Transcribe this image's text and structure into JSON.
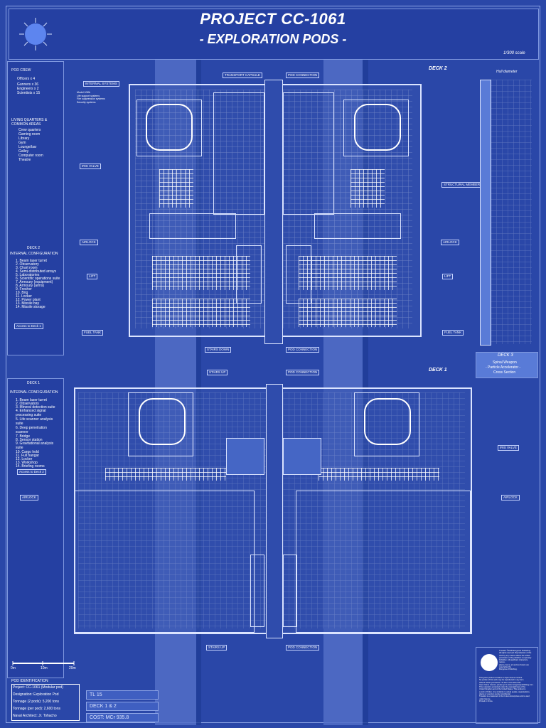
{
  "header": {
    "title": "PROJECT CC-1061",
    "subtitle": "- EXPLORATION PODS -",
    "scale": "1/300 scale"
  },
  "deck_labels": {
    "deck2": "DECK 2",
    "deck1": "DECK 1",
    "deck3_title": "DECK 3",
    "deck3_lines": [
      "Spinal Weapon",
      "- Particle Accelerator -",
      "Cross Section"
    ]
  },
  "sidebar": {
    "pod_crew_title": "POD CREW",
    "pod_crew_items": [
      "Officers x 4",
      "Gunners x 36",
      "Engineers x 2",
      "Scientists x 15"
    ],
    "living_title": "LIVING QUARTERS & COMMON AREAS",
    "living_items": [
      "Crew quarters",
      "Gaming room",
      "Library",
      "Gym",
      "Lounge/bar",
      "Galley",
      "Computer room",
      "Theatre"
    ],
    "deck2_title": "DECK 2",
    "deck2_config_title": "INTERNAL CONFIGURATION",
    "deck2_items": [
      "1. Beam laser turret",
      "2. Observatory",
      "3. Chart room",
      "4. Semi-distributed arrays",
      "5. Laboratories",
      "6. Scientific operations suite",
      "7. Armoury (equipment)",
      "8. Armoury (arms)",
      "9. Fresher",
      "10. Brig",
      "11. Locker",
      "12. Power plant",
      "13. Missile bay",
      "14. Missile storage"
    ],
    "deck2_link": "Access to Deck 1",
    "deck1_title": "DECK 1",
    "deck1_config_title": "INTERNAL CONFIGURATION",
    "deck1_items": [
      "1. Beam laser turret",
      "2. Observatory",
      "3. Mineral detection suite",
      "4. Enhanced signal processing suite",
      "5. Life scanner analysis suite",
      "6. Deep penetration scanner",
      "7. Bridge",
      "8. Sensor station",
      "9. Gravitational analysis suite",
      "10. Cargo hold",
      "11. Full hangar",
      "12. Locker",
      "13. Workshop",
      "14. Briefing rooms"
    ],
    "deck1_link": "Access to Deck 2",
    "scale_ticks": [
      "0m",
      "10m",
      "20m"
    ]
  },
  "callouts": {
    "transport_capsule": "TRANSPORT CAPSULE",
    "pod_connection": "POD CONNECTION",
    "stairs_down": "STAIRS DOWN",
    "stairs_up": "STAIRS UP",
    "internal_systems": "INTERNAL SYSTEMS",
    "internal_systems_items": [
      "Model 10/fib",
      "Life support systems",
      "Fire suppression systems",
      "Security systems"
    ],
    "iris_valve": "IRIS VALVE",
    "airlock": "AIRLOCK",
    "lift": "LIFT",
    "fuel_tank": "FUEL TANK",
    "structural_member": "STRUCTURAL MEMBER",
    "hull_diameter": "Hull diameter"
  },
  "pod_identification": {
    "title": "POD IDENTIFICATION",
    "rows": [
      "Project: CC-1061 (Modular pod)",
      "Designation: Exploration Pod",
      "Tonnage (2 pods): 5,200 tons",
      "Tonnage (per pod): 2,600 tons",
      "Naval Architect: Jr. Tohacho"
    ]
  },
  "stats": {
    "tl": "TL 15",
    "decks": "DECK 1 & 2",
    "cost": "COST: MCr 935.8"
  },
  "copyright": {
    "lines": [
      "Traveller ©2018 Mongoose Publishing.",
      "All rights reserved. Reproduction of this",
      "work by any means without the written",
      "permission of the publisher is expressly",
      "forbidden. All significant characters, names,",
      "places, items, art and text herein are copyrighted by",
      "Mongoose Publishing.",
      "This game product contains no Open Game Content.",
      "No portion of this work may be reproduced in any form",
      "without written permission. To learn more about the",
      "Open Game License, please go to www.mongoosepublishing.com.",
      "This material is protected under the copyright laws of the",
      "United Kingdom and of the United States. This product is",
      "a work of fiction. Any similarity to actual people, organisations,",
      "places or events is purely coincidental.",
      "Traveller is a trademark of Far Future Enterprises and is used",
      "under licence.",
      "Printed in China."
    ]
  }
}
